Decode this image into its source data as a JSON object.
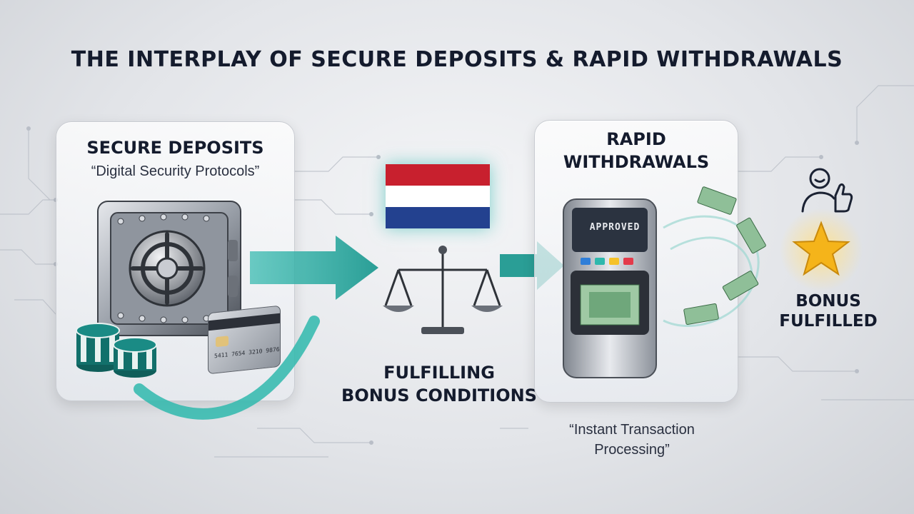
{
  "title": "THE INTERPLAY OF SECURE DEPOSITS & RAPID WITHDRAWALS",
  "left_panel": {
    "heading": "SECURE DEPOSITS",
    "subtitle": "“Digital Security Protocols”",
    "card_numbers": "5411 7654 3210 9876"
  },
  "center": {
    "flag_colors": [
      "#c8202e",
      "#ffffff",
      "#23418f"
    ],
    "label_line1": "FULFILLING",
    "label_line2": "BONUS CONDITIONS"
  },
  "right_panel": {
    "heading_line1": "RAPID",
    "heading_line2": "WITHDRAWALS",
    "screen_text": "APPROVED",
    "caption_line1": "“Instant Transaction",
    "caption_line2": "Processing”"
  },
  "bonus": {
    "label_line1": "BONUS",
    "label_line2": "FULFILLED"
  },
  "colors": {
    "accent_teal": "#2fb8ad",
    "star_gold": "#f5b41a",
    "title_navy": "#141b2d"
  }
}
